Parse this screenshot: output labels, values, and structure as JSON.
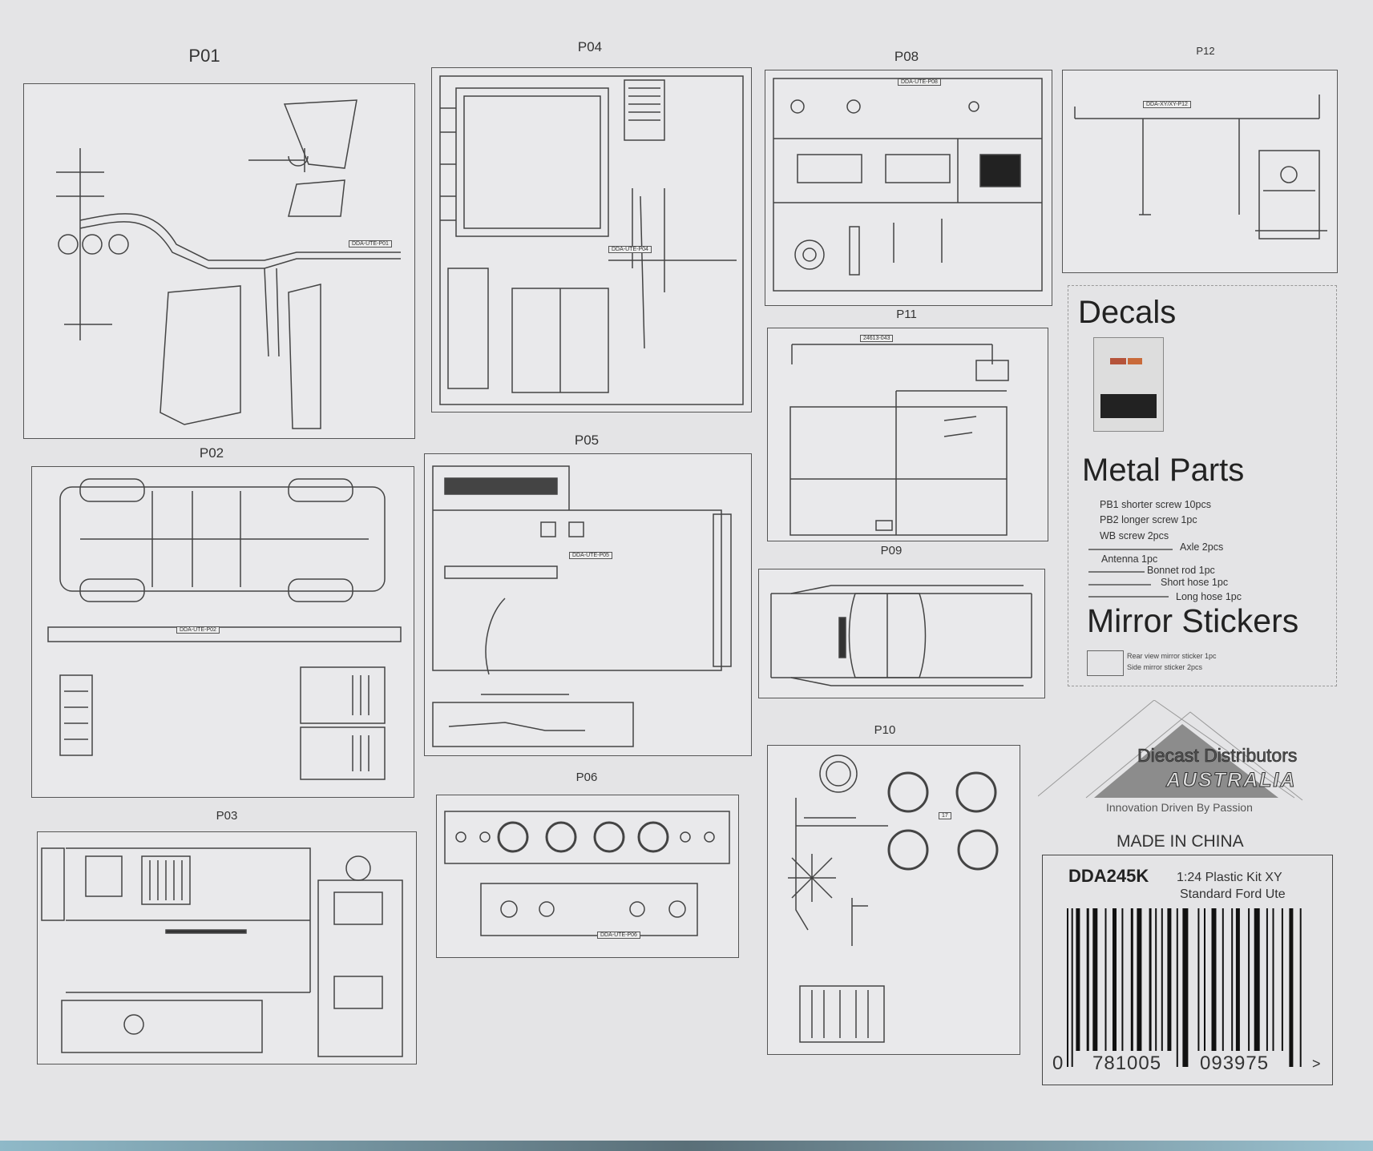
{
  "sprues": [
    {
      "id": "P01",
      "tag": "DDA-UTE-P01"
    },
    {
      "id": "P04",
      "tag": "DDA-UTE-P04"
    },
    {
      "id": "P08",
      "tag": "DDA-UTE-P08"
    },
    {
      "id": "P12",
      "tag": "DDA-XY/XY-P12"
    },
    {
      "id": "P02",
      "tag": "DDA-UTE-P02"
    },
    {
      "id": "P05",
      "tag": "DDA-UTE-P05"
    },
    {
      "id": "P11",
      "tag": "24613-043"
    },
    {
      "id": "P09"
    },
    {
      "id": "P03"
    },
    {
      "id": "P06",
      "tag": "DDA-UTE-P06"
    },
    {
      "id": "P10",
      "tag": "17"
    }
  ],
  "decals": {
    "title": "Decals"
  },
  "metal_parts": {
    "title": "Metal Parts",
    "items": [
      "PB1 shorter screw 10pcs",
      "PB2 longer screw 1pc",
      "WB screw 2pcs",
      "Axle 2pcs",
      "Antenna 1pc",
      "Bonnet rod 1pc",
      "Short hose 1pc",
      "Long hose 1pc"
    ]
  },
  "mirror_stickers": {
    "title": "Mirror Stickers",
    "items": [
      "Rear view mirror sticker 1pc",
      "Side mirror sticker 2pcs"
    ]
  },
  "logo": {
    "line1": "Diecast Distributors",
    "line2": "AUSTRALIA",
    "tagline": "Innovation Driven By Passion"
  },
  "made_in": "MADE IN CHINA",
  "product": {
    "code": "DDA245K",
    "description_line1": "1:24 Plastic Kit XY",
    "description_line2": "Standard Ford Ute",
    "barcode_digits": [
      "0",
      "781005",
      "093975",
      ">"
    ]
  }
}
